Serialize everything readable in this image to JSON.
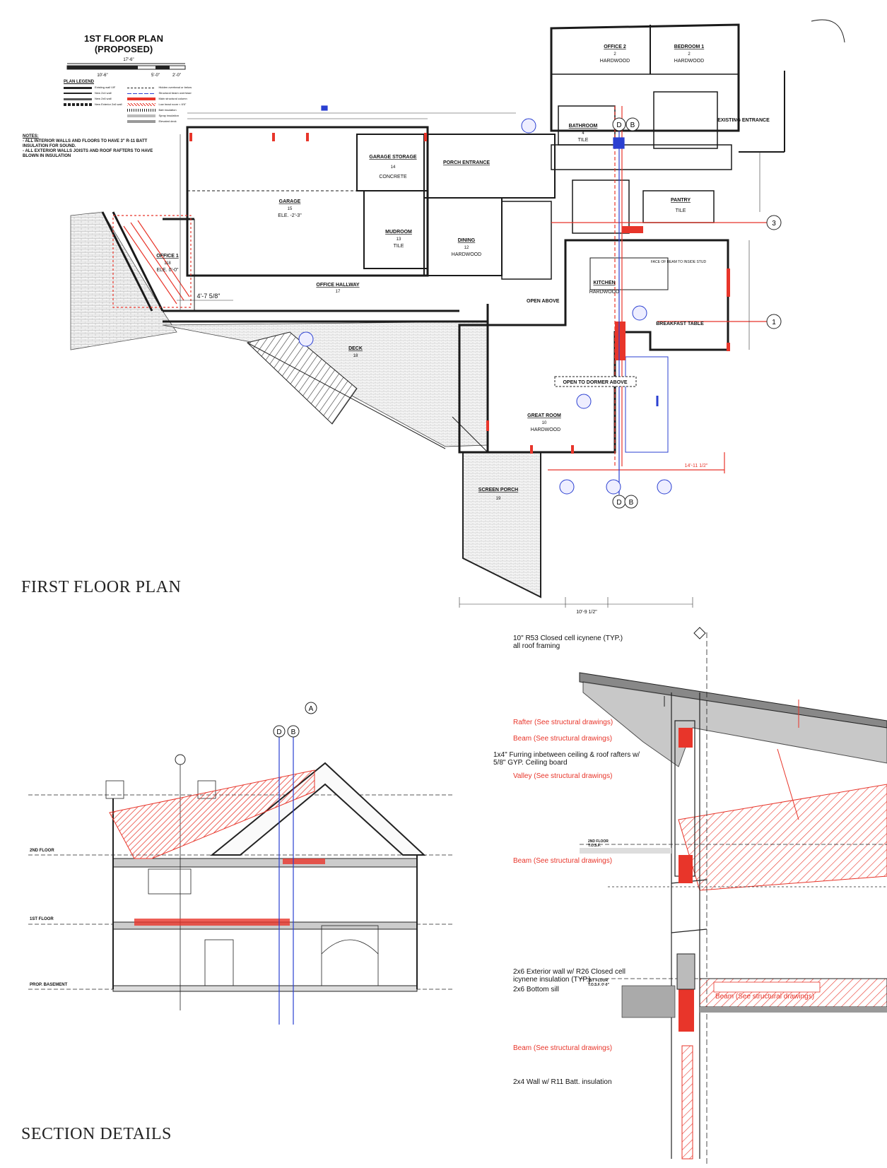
{
  "plan": {
    "title_line1": "1ST FLOOR PLAN",
    "title_line2": "(PROPOSED)",
    "scale_top": "17'-6\"",
    "scale_parts": [
      "10'-6\"",
      "5'-0\"",
      "2'-0\""
    ],
    "legend_title": "PLAN LEGEND",
    "legend": [
      "Existing wall VIF",
      "New 2x4 wall",
      "New 2x6 wall",
      "New Exterior 2x6 wall",
      "Hidden overhead or below",
      "Structural beam overhead",
      "Main structural column",
      "Low head room < 6'6\"",
      "Batt insulation",
      "Spray insulation",
      "Elevated deck"
    ],
    "notes_title": "NOTES:",
    "notes": [
      "- ALL INTERIOR WALLS AND FLOORS TO HAVE 3\" R-11 BATT INSULATION FOR SOUND.",
      "- ALL EXTERIOR WALLS JOISTS AND ROOF RAFTERS TO HAVE BLOWN IN INSULATION"
    ],
    "caption": "FIRST FLOOR PLAN",
    "rooms": [
      {
        "name": "OFFICE 2",
        "num": "2",
        "finish": "HARDWOOD"
      },
      {
        "name": "BEDROOM 1",
        "num": "2",
        "finish": "HARDWOOD"
      },
      {
        "name": "BATHROOM",
        "num": "4",
        "finish": "TILE"
      },
      {
        "name": "EXISTING ENTRANCE",
        "num": "",
        "finish": ""
      },
      {
        "name": "GARAGE",
        "num": "15",
        "finish": "ELE. -2'-3\""
      },
      {
        "name": "GARAGE STORAGE",
        "num": "14",
        "finish": "CONCRETE"
      },
      {
        "name": "PORCH ENTRANCE",
        "num": "",
        "finish": ""
      },
      {
        "name": "PANTRY",
        "num": "",
        "finish": "TILE"
      },
      {
        "name": "MUDROOM",
        "num": "13",
        "finish": "TILE"
      },
      {
        "name": "DINING",
        "num": "12",
        "finish": "HARDWOOD"
      },
      {
        "name": "OFFICE 1",
        "num": "118",
        "finish": "ELE. 0'-0\""
      },
      {
        "name": "OFFICE HALLWAY",
        "num": "17",
        "finish": ""
      },
      {
        "name": "KITCHEN",
        "num": "",
        "finish": "HARDWOOD"
      },
      {
        "name": "BREAKFAST TABLE",
        "num": "",
        "finish": ""
      },
      {
        "name": "DECK",
        "num": "18",
        "finish": ""
      },
      {
        "name": "GREAT ROOM",
        "num": "10",
        "finish": "HARDWOOD"
      },
      {
        "name": "SCREEN PORCH",
        "num": "19",
        "finish": ""
      }
    ],
    "labels": {
      "open_above": "OPEN ABOVE",
      "open_dormer": "OPEN TO DORMER ABOVE",
      "face_of_beam": "FACE OF BEAM TO INSIDE STUD",
      "dim_red": "14'-11 1/2\"",
      "dim_bottom": "10'-9 1/2\"",
      "dim_left": "4'-7 5/8\"",
      "grid_3": "3",
      "grid_1": "1",
      "grid_d": "D",
      "grid_b": "B"
    }
  },
  "section": {
    "caption": "SECTION DETAILS",
    "levels": [
      "2ND FLOOR",
      "1ST FLOOR",
      "PROP. BASEMENT"
    ],
    "grid": [
      "A",
      "D",
      "B"
    ]
  },
  "detail": {
    "callouts_black": [
      "10\" R53 Closed cell icynene (TYP.) all roof framing",
      "1x4\" Furring inbetween ceiling & roof rafters w/ 5/8\" GYP. Ceiling board",
      "2x6 Exterior wall w/ R26 Closed cell icynene insulation (TYP.)",
      "2x6 Bottom sill",
      "2x4 Wall w/ R11 Batt. insulation"
    ],
    "callouts_red": [
      "Rafter (See structural drawings)",
      "Beam (See structural drawings)",
      "Valley (See structural drawings)",
      "Beam (See structural drawings)",
      "Beam (See structural drawings)",
      "Beam (See structural drawings)"
    ],
    "levels": [
      "2ND FLOOR",
      "1ST FLOOR"
    ],
    "level_values": [
      "T.O.S.F.",
      "T.O.S.F. 0'-0\""
    ]
  },
  "colors": {
    "ink": "#222222",
    "red": "#e8352a",
    "blue": "#2a3fd1",
    "hatch": "#888888"
  }
}
